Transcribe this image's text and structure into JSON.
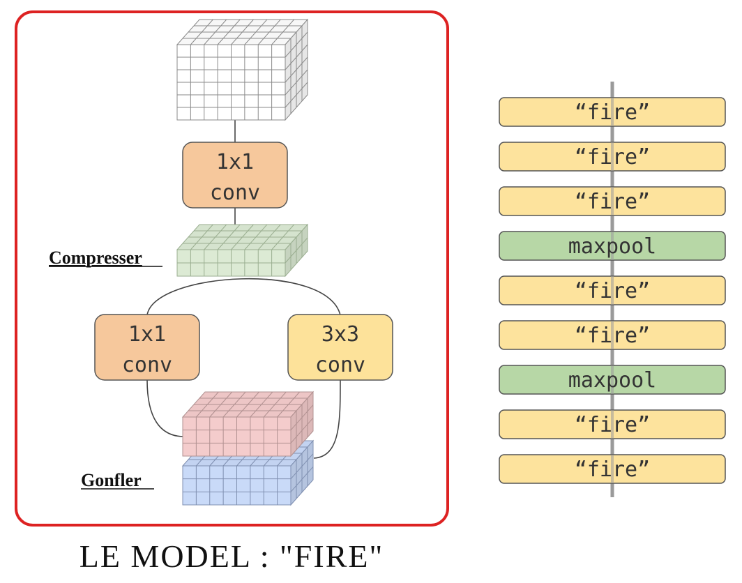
{
  "fire_module": {
    "squeeze_conv": {
      "line1": "1x1",
      "line2": "conv"
    },
    "expand_conv_1x1": {
      "line1": "1x1",
      "line2": "conv"
    },
    "expand_conv_3x3": {
      "line1": "3x3",
      "line2": "conv"
    },
    "squeeze_label": "Compresser",
    "expand_label": "Gonfler"
  },
  "stack": [
    {
      "label": "“fire”",
      "kind": "fire"
    },
    {
      "label": "“fire”",
      "kind": "fire"
    },
    {
      "label": "“fire”",
      "kind": "fire"
    },
    {
      "label": "maxpool",
      "kind": "maxpool"
    },
    {
      "label": "“fire”",
      "kind": "fire"
    },
    {
      "label": "“fire”",
      "kind": "fire"
    },
    {
      "label": "maxpool",
      "kind": "maxpool"
    },
    {
      "label": "“fire”",
      "kind": "fire"
    },
    {
      "label": "“fire”",
      "kind": "fire"
    }
  ],
  "caption": "LE MODEL : \"FIRE\"",
  "colors": {
    "frame": "#dd2222",
    "conv_orange": "#f6c89c",
    "conv_yellow": "#fde29a",
    "fire_block": "#fde39d",
    "maxpool_block": "#b7d7a6",
    "tensor_input": "#ffffff",
    "tensor_squeeze": "#dcead4",
    "tensor_expand1": "#f4cccc",
    "tensor_expand2": "#c9daf8",
    "axis": "#9a9a9a"
  }
}
